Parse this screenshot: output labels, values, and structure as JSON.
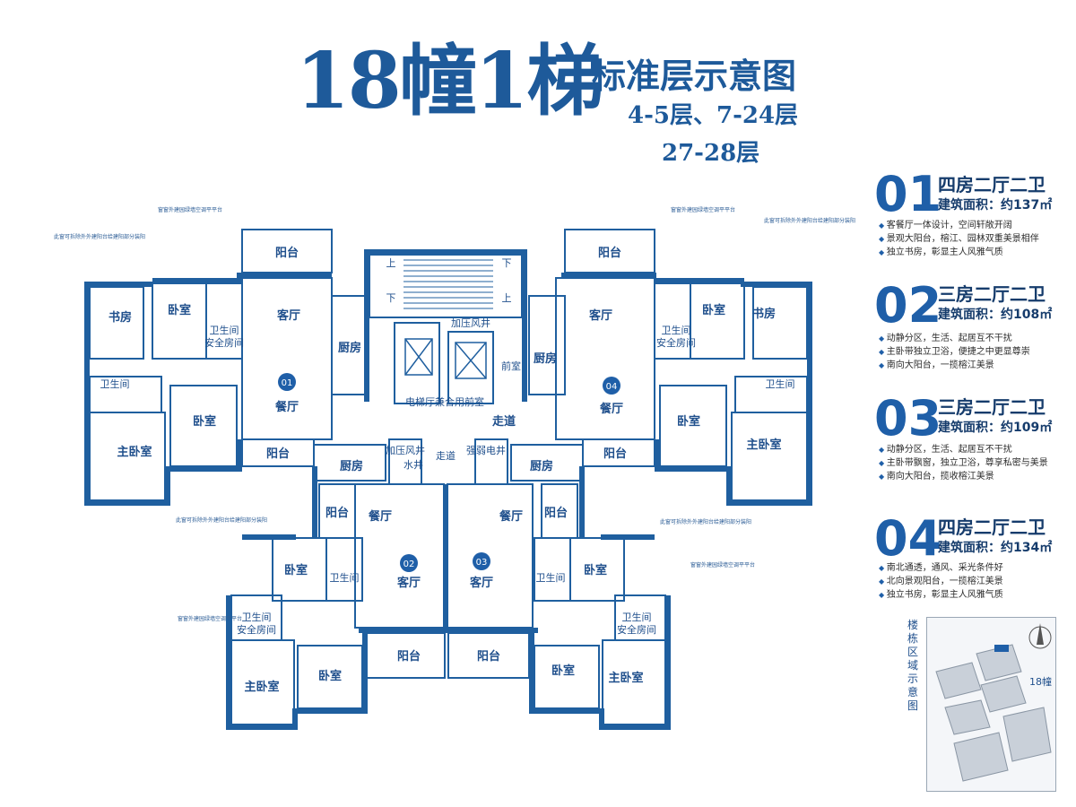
{
  "title": {
    "main": "18幢1梯",
    "sub": "标准层示意图",
    "floors1": "4-5层、7-24层",
    "floors2": "27-28层"
  },
  "rooms": {
    "balcony": "阳台",
    "living": "客厅",
    "dining": "餐厅",
    "study": "书房",
    "bedroom": "卧室",
    "master": "主卧室",
    "kitchen": "厨房",
    "bath": "卫生间",
    "safe_room": "安全房间",
    "pressure_shaft": "加压风井",
    "water_shaft": "水井",
    "strong_shaft": "强弱电井",
    "corridor": "走道",
    "hall": "电梯厅兼合用前室",
    "front_room": "前室",
    "up": "上",
    "down": "下",
    "corridor_small": "走道",
    "n01": "01",
    "n02": "02",
    "n03": "03",
    "n04": "04"
  },
  "legend": [
    {
      "num": "01",
      "type": "四房二厅二卫",
      "area": "建筑面积：约137㎡",
      "bullets": [
        "客餐厅一体设计，空间轩敞开阔",
        "景观大阳台，榕江、园林双重美景相伴",
        "独立书房，彰显主人风雅气质"
      ]
    },
    {
      "num": "02",
      "type": "三房二厅二卫",
      "area": "建筑面积：约108㎡",
      "bullets": [
        "动静分区，生活、起居互不干扰",
        "主卧带独立卫浴，便捷之中更显尊崇",
        "南向大阳台，一揽榕江美景"
      ]
    },
    {
      "num": "03",
      "type": "三房二厅二卫",
      "area": "建筑面积：约109㎡",
      "bullets": [
        "动静分区，生活、起居互不干扰",
        "主卧带飘窗，独立卫浴，尊享私密与美景",
        "南向大阳台，揽收榕江美景"
      ]
    },
    {
      "num": "04",
      "type": "四房二厅二卫",
      "area": "建筑面积：约134㎡",
      "bullets": [
        "南北通透，通风、采光条件好",
        "北向景观阳台，一揽榕江美景",
        "独立书房，彰显主人风雅气质"
      ]
    }
  ],
  "map": {
    "vertical_label": "楼栋区域示意图",
    "building": "18幢"
  },
  "notes": {
    "n1": "此窗可拆除外外建阳台给建阳部分装阳",
    "n2": "窗窗外建园绿墙空调平平台",
    "n3": "窗窗外建园绿墙空调平平台",
    "n4": "此窗可拆除外外建阳台给建阳部分装阳",
    "n5": "此窗可拆除外外建阳台给建阳部分装阳",
    "n6": "窗窗外建园绿墙空调平平台",
    "n7": "窗窗外建园绿墙空调平平台",
    "n8": "此窗可拆除外外建阳台给建阳部分装阳"
  }
}
